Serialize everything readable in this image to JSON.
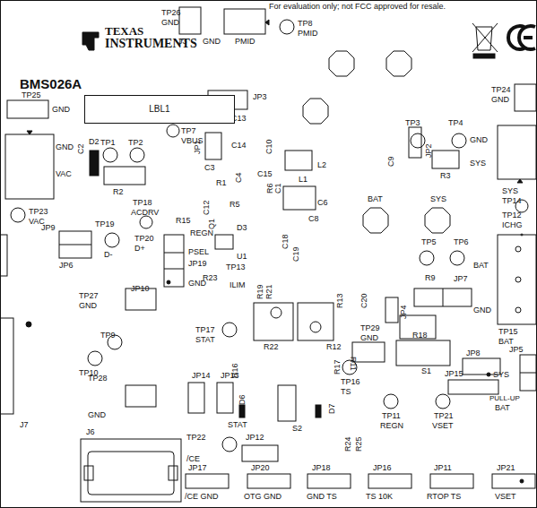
{
  "diagram": {
    "nodes": [
      {
        "text": [
          "LBL1"
        ]
      }
    ],
    "labels": [
      "For evaluation only; not FCC approved for resale.",
      "TP26",
      "GND",
      "J3",
      "GND",
      "PMID",
      "TP8",
      "PMID",
      "TEXAS",
      "INSTRUMENTS",
      "BMS026A",
      "TP25",
      "GND",
      "JP3",
      "C13",
      "TP24",
      "GND",
      "GND",
      "VAC",
      "D2",
      "C2",
      "TP1",
      "TP2",
      "TP7",
      "VBUS",
      "JP1",
      "C14",
      "C10",
      "L2",
      "TP3",
      "TP4",
      "GND",
      "SYS",
      "R3",
      "C9",
      "JP2",
      "C3",
      "C15",
      "R1",
      "C4",
      "R6",
      "C1",
      "L1",
      "R2",
      "TP23",
      "VAC",
      "SYS",
      "TP14",
      "TP12",
      "ICHG",
      "BAT",
      "SYS",
      "C12",
      "R5",
      "C8",
      "C6",
      "Q1",
      "D3",
      "R15",
      "REGN",
      "U1",
      "TP18",
      "ACDRV",
      "TP19",
      "D-",
      "TP20",
      "D+",
      "JP9",
      "JP6",
      "PSEL",
      "JP19",
      "GND",
      "JP10",
      "R23",
      "C18",
      "C19",
      "TP5",
      "TP6",
      "BAT",
      "GND",
      "R9",
      "JP7",
      "TP13",
      "ILIM",
      "TP27",
      "GND",
      "C20",
      "R21",
      "R19",
      "R13",
      "JP4",
      "TP29",
      "GND",
      "R18",
      "TP17",
      "STAT",
      "TP15",
      "BAT",
      "TP9",
      "TP10",
      "R22",
      "R12",
      "R11",
      "JP5",
      "JP8",
      "S1",
      "JP15",
      "SYS",
      "PULL-UP",
      "BAT",
      "TP16",
      "TS",
      "JP14",
      "JP13",
      "R16",
      "R17",
      "TP28",
      "GND",
      "D6",
      "STAT",
      "D7",
      "TP11",
      "REGN",
      "TP21",
      "VSET",
      "J7",
      "J6",
      "TP22",
      "/CE",
      "JP12",
      "S2",
      "R24",
      "R25",
      "JP17",
      "/CE GND",
      "JP20",
      "OTG GND",
      "JP18",
      "GND TS",
      "JP16",
      "TS 10K",
      "JP11",
      "RTOP TS",
      "JP21",
      "VSET"
    ]
  }
}
